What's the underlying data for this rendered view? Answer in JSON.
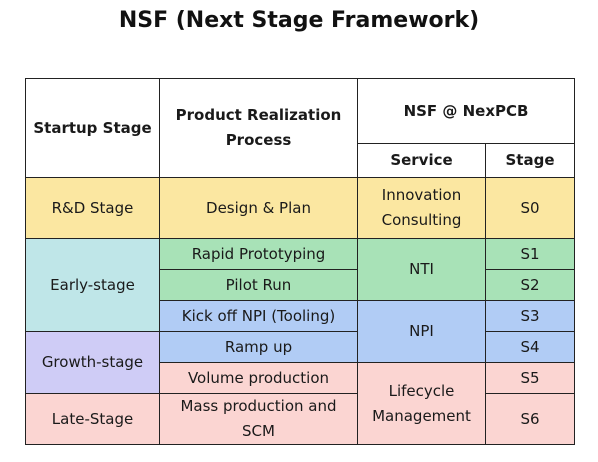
{
  "title": "NSF (Next Stage Framework)",
  "headers": {
    "startup_stage": "Startup Stage",
    "product_realization": "Product Realization Process",
    "nsf_at_nexpcb": "NSF @ NexPCB",
    "service": "Service",
    "stage": "Stage"
  },
  "startup_stages": {
    "rd": "R&D Stage",
    "early": "Early-stage",
    "growth": "Growth-stage",
    "late": "Late-Stage"
  },
  "processes": [
    "Design & Plan",
    "Rapid Prototyping",
    "Pilot Run",
    "Kick off NPI (Tooling)",
    "Ramp up",
    "Volume production",
    "Mass production and SCM"
  ],
  "services": {
    "innovation": "Innovation Consulting",
    "nti": "NTI",
    "npi": "NPI",
    "lifecycle": "Lifecycle Management"
  },
  "stages": [
    "S0",
    "S1",
    "S2",
    "S3",
    "S4",
    "S5",
    "S6"
  ],
  "colors": {
    "yellow": "#fbe7a1",
    "teal": "#bfe6e8",
    "green": "#a8e2b7",
    "blue": "#b1ccf5",
    "purple": "#cfccf6",
    "pink": "#fbd5d2"
  }
}
